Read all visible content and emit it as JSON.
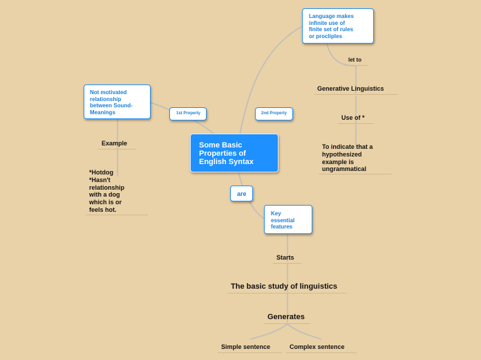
{
  "central": "Some Basic\nProperties of\nEnglish Syntax",
  "props": {
    "first": "1st Property",
    "second": "2nd Property",
    "are": "are"
  },
  "left": {
    "box": "Not motivated\nrelationship\nbetween Sound-\nMeanings",
    "example": "Example",
    "example_text": "*Hotdog\n*Hasn't\nrelationship\nwith a dog\nwhich is or\nfeels hot."
  },
  "top": {
    "box": "Language makes\ninfinite use of\nfinite set of rules\nor procliples",
    "let_to": "let to",
    "generative": "Generative Linguistics",
    "use_of": "Use of *",
    "indicate": "To indicate that a\nhypothesized\nexample is\nungrammatical"
  },
  "bottom": {
    "box": "Key\nessential\nfeatures",
    "starts": "Starts",
    "basic_study": "The basic study of linguistics",
    "generates": "Generates",
    "simple": "Simple sentence",
    "complex": "Complex sentence"
  },
  "colors": {
    "background": "#e9d1a8",
    "accent": "#1e90ff",
    "connector": "#b8b8b8"
  }
}
